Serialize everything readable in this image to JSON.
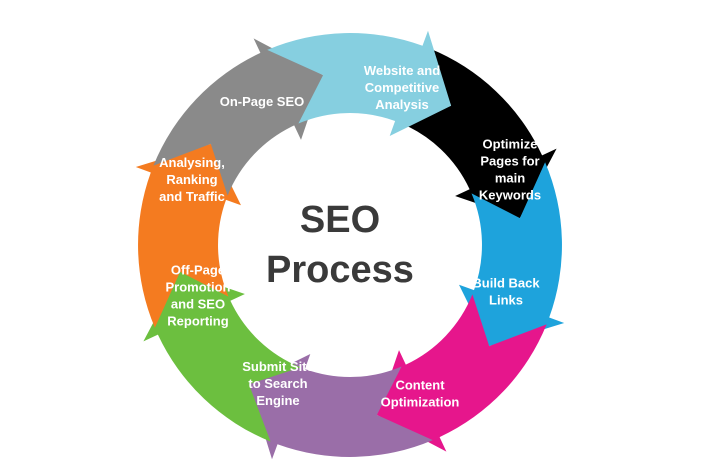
{
  "title_line1": "SEO",
  "title_line2": "Process",
  "steps": [
    {
      "lines": [
        "Website and",
        "Competitive",
        "Analysis"
      ],
      "color": "#000000"
    },
    {
      "lines": [
        "Optimize",
        "Pages for",
        "main",
        "Keywords"
      ],
      "color": "#1ea3dc"
    },
    {
      "lines": [
        "Build Back",
        "Links"
      ],
      "color": "#e6168c"
    },
    {
      "lines": [
        "Content",
        "Optimization"
      ],
      "color": "#9a6ea8"
    },
    {
      "lines": [
        "Submit Site",
        "to Search",
        "Engine"
      ],
      "color": "#6cbf3f"
    },
    {
      "lines": [
        "Off-Page",
        "Promotion",
        "and SEO",
        "Reporting"
      ],
      "color": "#f47b20"
    },
    {
      "lines": [
        "Analysing,",
        "Ranking",
        "and Traffic"
      ],
      "color": "#8a8a8a"
    },
    {
      "lines": [
        "On-Page SEO"
      ],
      "color": "#86cfe0"
    }
  ]
}
